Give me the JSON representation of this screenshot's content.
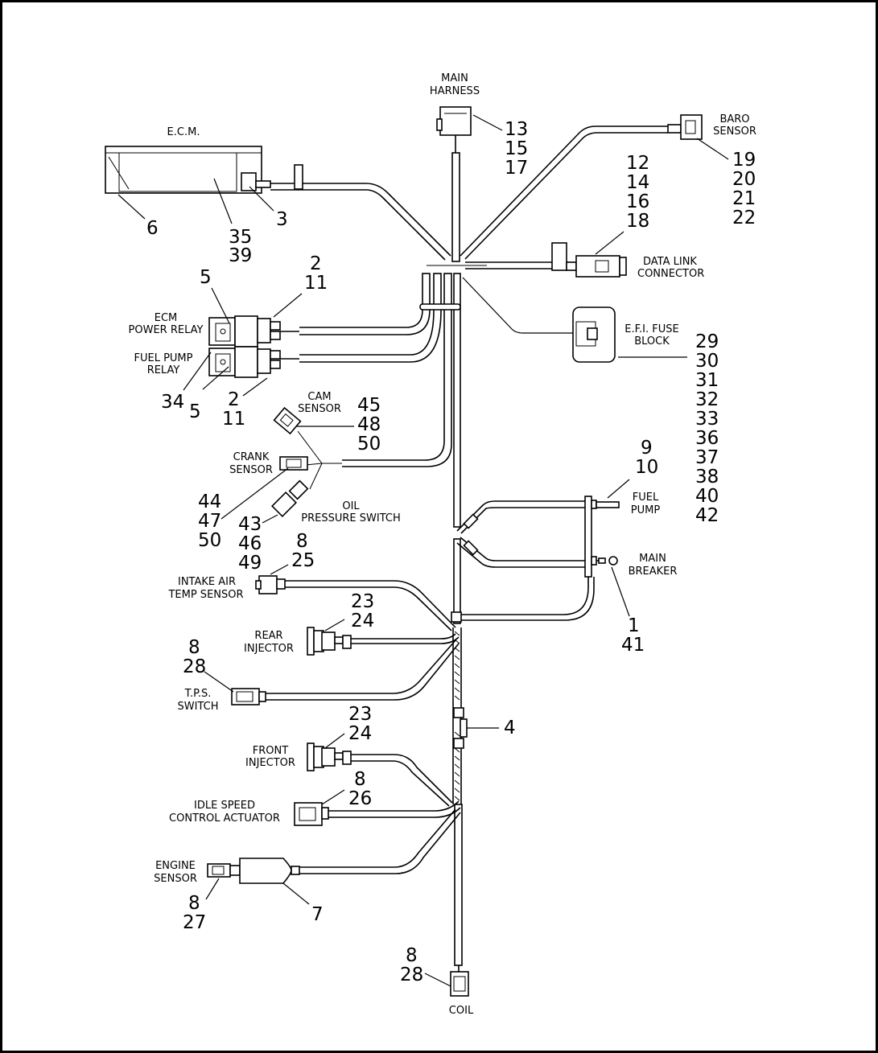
{
  "labels": {
    "main_harness": [
      "MAIN",
      "HARNESS"
    ],
    "ecm": [
      "E.C.M."
    ],
    "baro_sensor": [
      "BARO",
      "SENSOR"
    ],
    "data_link": [
      "DATA LINK",
      "CONNECTOR"
    ],
    "ecm_power_relay": [
      "ECM",
      "POWER RELAY"
    ],
    "fuel_pump_relay": [
      "FUEL PUMP",
      "RELAY"
    ],
    "efi_fuse_block": [
      "E.F.I. FUSE",
      "BLOCK"
    ],
    "cam_sensor": [
      "CAM",
      "SENSOR"
    ],
    "crank_sensor": [
      "CRANK",
      "SENSOR"
    ],
    "oil_pressure": [
      "OIL",
      "PRESSURE SWITCH"
    ],
    "fuel_pump": [
      "FUEL",
      "PUMP"
    ],
    "main_breaker": [
      "MAIN",
      "BREAKER"
    ],
    "intake_air": [
      "INTAKE AIR",
      "TEMP SENSOR"
    ],
    "rear_injector": [
      "REAR",
      "INJECTOR"
    ],
    "tps_switch": [
      "T.P.S.",
      "SWITCH"
    ],
    "front_injector": [
      "FRONT",
      "INJECTOR"
    ],
    "idle_speed": [
      "IDLE SPEED",
      "CONTROL ACTUATOR"
    ],
    "engine_sensor": [
      "ENGINE",
      "SENSOR"
    ],
    "coil": [
      "COIL"
    ]
  },
  "callouts": {
    "main_harness": [
      "13",
      "15",
      "17"
    ],
    "baro": [
      "19",
      "20",
      "21",
      "22"
    ],
    "data_link": [
      "12",
      "14",
      "16",
      "18"
    ],
    "ecm_case": [
      "6"
    ],
    "ecm_conn": [
      "3"
    ],
    "ecm_inner": [
      "35",
      "39"
    ],
    "relay_top": [
      "2",
      "11"
    ],
    "relay_left": [
      "5"
    ],
    "relay_bottom_left": [
      "34"
    ],
    "relay_bottom_5": [
      "5"
    ],
    "relay_bottom": [
      "2",
      "11"
    ],
    "fuse_block": [
      "29",
      "30",
      "31",
      "32",
      "33",
      "36",
      "37",
      "38",
      "40",
      "42"
    ],
    "cam": [
      "45",
      "48",
      "50"
    ],
    "crank": [
      "44",
      "47",
      "50"
    ],
    "oil": [
      "43",
      "46",
      "49"
    ],
    "fuel_pump": [
      "9",
      "10"
    ],
    "main_breaker": [
      "1",
      "41"
    ],
    "intake_air": [
      "8",
      "25"
    ],
    "rear_injector": [
      "23",
      "24"
    ],
    "tps": [
      "8",
      "28"
    ],
    "clip": [
      "4"
    ],
    "front_injector": [
      "23",
      "24"
    ],
    "idle_speed": [
      "8",
      "26"
    ],
    "engine_sensor_conn": [
      "8",
      "27"
    ],
    "engine_sensor_body": [
      "7"
    ],
    "coil": [
      "8",
      "28"
    ]
  }
}
